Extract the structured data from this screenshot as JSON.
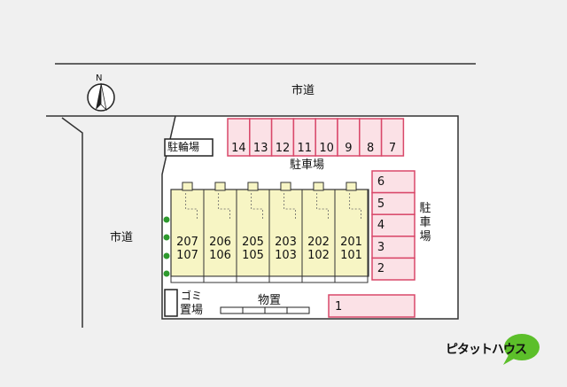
{
  "roads": {
    "top": "市道",
    "left": "市道"
  },
  "compass": {
    "letter": "N"
  },
  "bike_parking": {
    "label": "駐輪場"
  },
  "parking_top": {
    "label": "駐車場",
    "spaces": [
      "14",
      "13",
      "12",
      "11",
      "10",
      "9",
      "8",
      "7"
    ]
  },
  "parking_right": {
    "label_chars": [
      "駐",
      "車",
      "場"
    ],
    "spaces": [
      "6",
      "5",
      "4",
      "3",
      "2"
    ]
  },
  "parking_bottom": {
    "space": "1"
  },
  "units": [
    {
      "upper": "207",
      "lower": "107"
    },
    {
      "upper": "206",
      "lower": "106"
    },
    {
      "upper": "205",
      "lower": "105"
    },
    {
      "upper": "203",
      "lower": "103"
    },
    {
      "upper": "202",
      "lower": "102"
    },
    {
      "upper": "201",
      "lower": "101"
    }
  ],
  "garbage": {
    "line1": "ゴミ",
    "line2": "置場"
  },
  "storage": {
    "label": "物置"
  },
  "logo": {
    "text": "ピタットハウス",
    "color": "#5cbf2a"
  },
  "colors": {
    "parking_fill": "#fbe1e6",
    "parking_stroke": "#d9486a",
    "building_fill": "#f7f5c4",
    "tree": "#2e9a2e"
  }
}
